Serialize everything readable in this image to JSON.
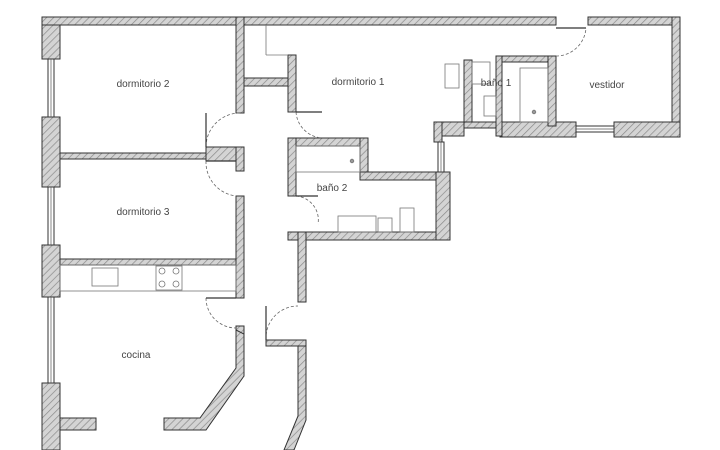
{
  "rooms": {
    "dormitorio_2": "dormitorio 2",
    "dormitorio_1": "dormitorio 1",
    "bano_1": "baño 1",
    "vestidor": "vestidor",
    "dormitorio_3": "dormitorio 3",
    "bano_2": "baño 2",
    "cocina": "cocina"
  },
  "colors": {
    "wall_fill": "#c8c8c8",
    "wall_stroke": "#333333",
    "fixture_stroke": "#777777",
    "label": "#444444"
  }
}
